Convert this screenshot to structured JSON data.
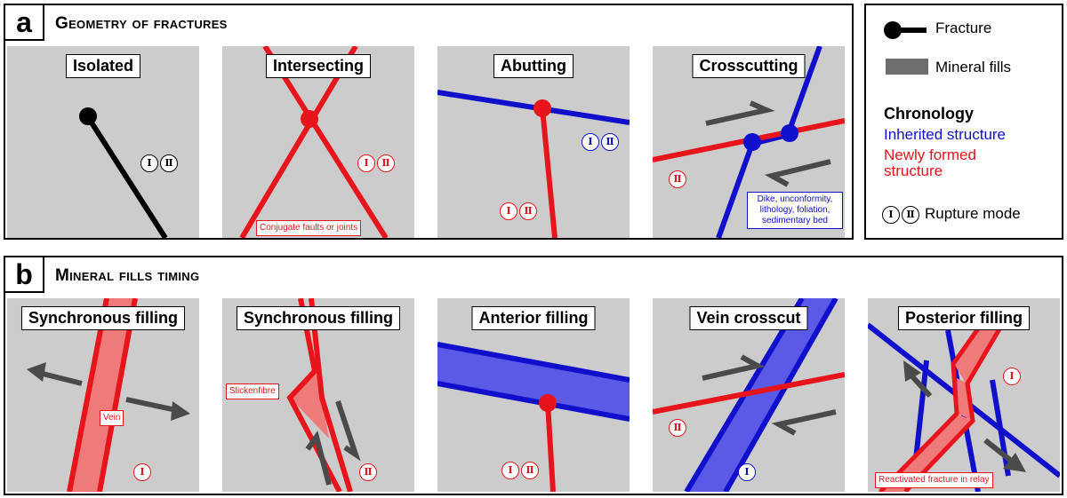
{
  "section_a": {
    "letter": "a",
    "title": "Geometry of fractures",
    "panels": [
      {
        "title": "Isolated",
        "mode": "ⅠⅡ"
      },
      {
        "title": "Intersecting",
        "mode": "ⅠⅡ",
        "note": "Conjugate faults or joints"
      },
      {
        "title": "Abutting",
        "mode_blue": "ⅠⅡ",
        "mode_red": "ⅠⅡ"
      },
      {
        "title": "Crosscutting",
        "mode": "Ⅱ",
        "note": "Dike, unconformity, lithology, foliation, sedimentary bed"
      }
    ]
  },
  "section_b": {
    "letter": "b",
    "title": "Mineral fills timing",
    "panels": [
      {
        "title": "Synchronous filling",
        "mode": "Ⅰ",
        "note": "Vein"
      },
      {
        "title": "Synchronous filling",
        "mode": "Ⅱ",
        "note": "Slickenfibre"
      },
      {
        "title": "Anterior filling",
        "mode": "ⅠⅡ"
      },
      {
        "title": "Vein crosscut",
        "mode_red": "Ⅱ",
        "mode_blue": "Ⅰ"
      },
      {
        "title": "Posterior filling",
        "mode": "Ⅰ",
        "note": "Reactivated fracture in relay"
      }
    ]
  },
  "legend": {
    "fracture": "Fracture",
    "mineral_fills": "Mineral fills",
    "chronology": "Chronology",
    "inherited": "Inherited structure",
    "newly_formed": "Newly formed structure",
    "rupture_mode_symbol": "ⅠⅡ",
    "rupture_mode": "Rupture mode"
  },
  "colors": {
    "red": "#e8141b",
    "blue": "#1010cc",
    "black": "#000000",
    "fill_red": "#ee7a7a",
    "fill_blue": "#5a5ae6",
    "arrow": "#4a4a4a",
    "panel_bg": "#cccccc"
  }
}
